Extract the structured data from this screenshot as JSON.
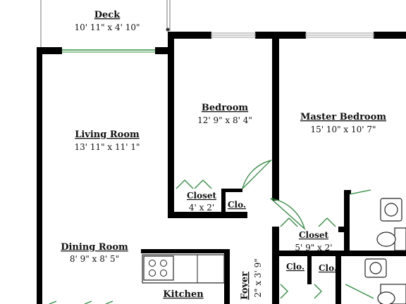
{
  "rooms": {
    "deck": {
      "name": "Deck",
      "dims": "10' 11\" x 4' 10\""
    },
    "bedroom": {
      "name": "Bedroom",
      "dims": "12' 9\" x 8' 4\""
    },
    "master": {
      "name": "Master Bedroom",
      "dims": "15' 10\" x 10' 7\""
    },
    "living": {
      "name": "Living Room",
      "dims": "13' 11\" x 11' 1\""
    },
    "closet1": {
      "name": "Closet",
      "dims": "4' x 2'"
    },
    "clo1": {
      "name": "Clo."
    },
    "closet2": {
      "name": "Closet",
      "dims": "5' 9\" x 2'"
    },
    "dining": {
      "name": "Dining Room",
      "dims": "8' 9\" x 8' 5\""
    },
    "clo2": {
      "name": "Clo."
    },
    "clo3": {
      "name": "Clo."
    },
    "kitchen": {
      "name": "Kitchen"
    },
    "foyer": {
      "name": "Foyer",
      "dims": "2\" x 3' 9\""
    }
  },
  "colors": {
    "wall": "#000000",
    "door_swing": "#2e8b3d",
    "window": "#9a9a9a"
  }
}
